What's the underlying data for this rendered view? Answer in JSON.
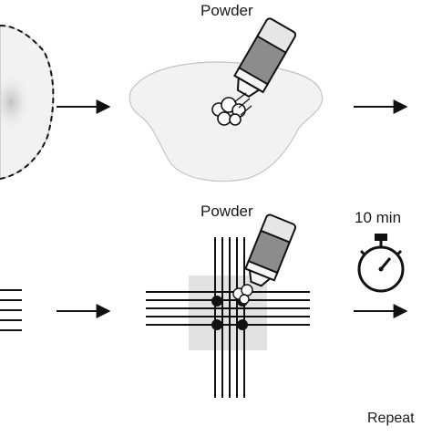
{
  "labels": {
    "powder_top": "Powder",
    "powder_bottom": "Powder",
    "timer": "10 min",
    "repeat": "Repeat"
  },
  "colors": {
    "ink": "#111111",
    "blob_fill": "#f2f2f2",
    "blob_stroke": "#bdbdbd",
    "square_fill": "#e2e2e2",
    "bottle_body": "#8c8c8c",
    "bottle_cap": "#cfcfcf"
  },
  "icons": [
    "powder-bottle-icon",
    "powder-puff-icon",
    "stopwatch-icon",
    "arrow-right-icon"
  ]
}
